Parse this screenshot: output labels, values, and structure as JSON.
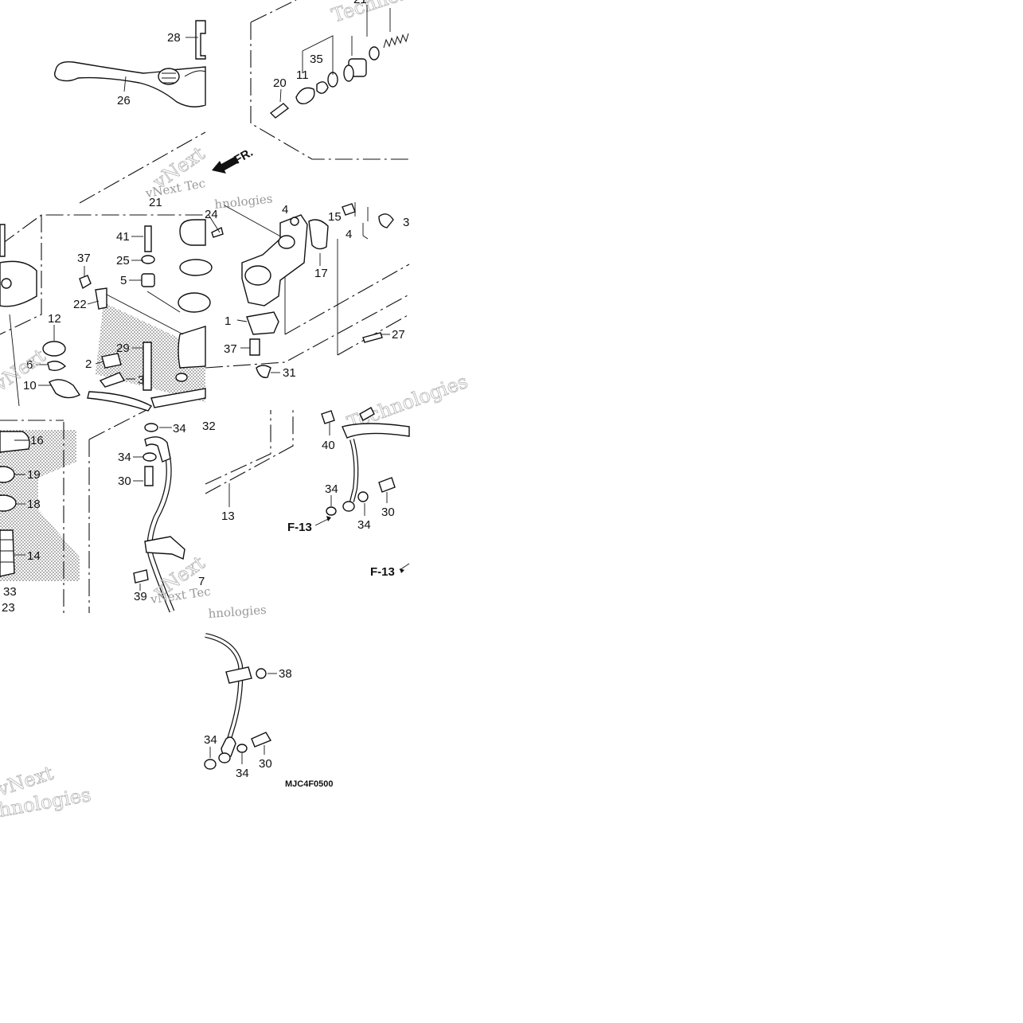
{
  "diagram": {
    "drawing_code": "MJC4F0500",
    "front_arrow_label": "FR.",
    "fig_refs": [
      "F-13",
      "F-13"
    ],
    "watermark": {
      "line1": "vNext Tec",
      "line2": "hnologies",
      "large1": "vNext",
      "large2": "Technologies",
      "big_t": "Technolo"
    },
    "part_numbers": {
      "n1": "1",
      "n2": "2",
      "n3": "3",
      "n3b": "3",
      "n4a": "4",
      "n4b": "4",
      "n5": "5",
      "n6": "6",
      "n10": "10",
      "n11": "11",
      "n12": "12",
      "n13": "13",
      "n14": "14",
      "n15": "15",
      "n16": "16",
      "n17": "17",
      "n18": "18",
      "n19": "19",
      "n20": "20",
      "n21a": "21",
      "n21b": "21",
      "n22": "22",
      "n23": "23",
      "n24": "24",
      "n25": "25",
      "n26": "26",
      "n27": "27",
      "n28": "28",
      "n29": "29",
      "n30a": "30",
      "n30b": "30",
      "n30c": "30",
      "n31": "31",
      "n32": "32",
      "n33": "33",
      "n34a": "34",
      "n34b": "34",
      "n34c": "34",
      "n34d": "34",
      "n34e": "34",
      "n34f": "34",
      "n35": "35",
      "n37a": "37",
      "n37b": "37",
      "n38": "38",
      "n39": "39",
      "n40": "40",
      "n41": "41",
      "n7": "7"
    }
  }
}
